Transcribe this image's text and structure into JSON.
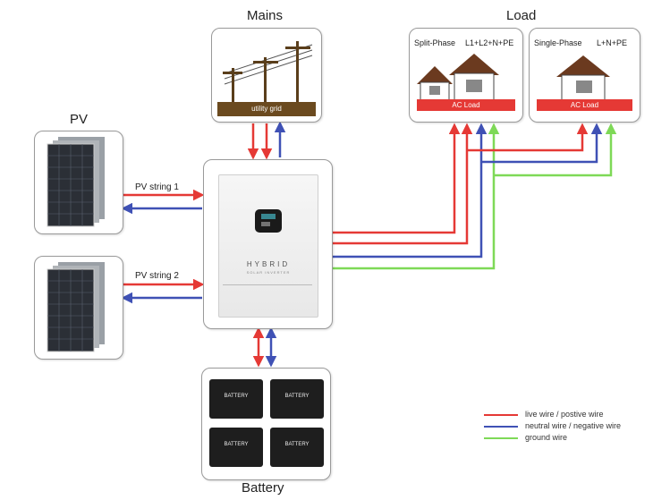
{
  "headings": {
    "mains": "Mains",
    "load": "Load",
    "pv": "PV",
    "battery": "Battery"
  },
  "mains_box": {
    "label": "utility grid"
  },
  "load_split": {
    "title": "Split-Phase",
    "spec": "L1+L2+N+PE",
    "bar_label": "AC Load"
  },
  "load_single": {
    "title": "Single-Phase",
    "spec": "L+N+PE",
    "bar_label": "AC Load"
  },
  "pv_strings": [
    "PV string 1",
    "PV string 2"
  ],
  "inverter": {
    "brand": "HYBRID",
    "sub": "SOLAR INVERTER"
  },
  "batteries": [
    "BATTERY",
    "BATTERY",
    "BATTERY",
    "BATTERY"
  ],
  "legend": [
    {
      "label": "live wire / postive wire",
      "color": "#e53935"
    },
    {
      "label": "neutral wire / negative wire",
      "color": "#3f51b5"
    },
    {
      "label": "ground wire",
      "color": "#7ed957"
    }
  ],
  "colors": {
    "live": "#e53935",
    "neutral": "#3f51b5",
    "ground": "#7ed957",
    "load_bar": "#e53935"
  }
}
